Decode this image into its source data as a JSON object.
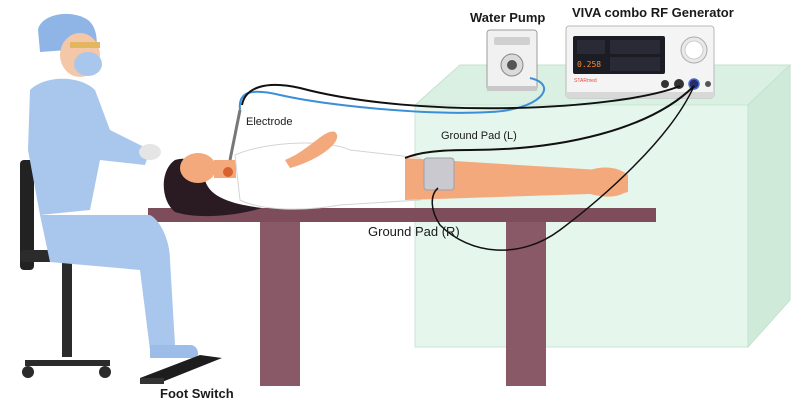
{
  "labels": {
    "water_pump": "Water Pump",
    "generator": "VIVA combo RF Generator",
    "electrode": "Electrode",
    "ground_pad_left": "Ground Pad (L)",
    "ground_pad_right": "Ground Pad (R)",
    "foot_switch": "Foot Switch"
  },
  "generator_panel": {
    "display_value": "0.258",
    "brand": "STARmed"
  },
  "colors": {
    "water_tube": "#3b8fd6",
    "cable": "#111111",
    "scrubs": "#a9c7ec",
    "table_top": "#7d4d5c",
    "table_leg": "#8a5968",
    "cabinet": "#e3f5ea"
  },
  "icons": {
    "pump": "peristaltic-pump",
    "generator": "rf-generator",
    "foot_switch": "foot-pedal"
  }
}
